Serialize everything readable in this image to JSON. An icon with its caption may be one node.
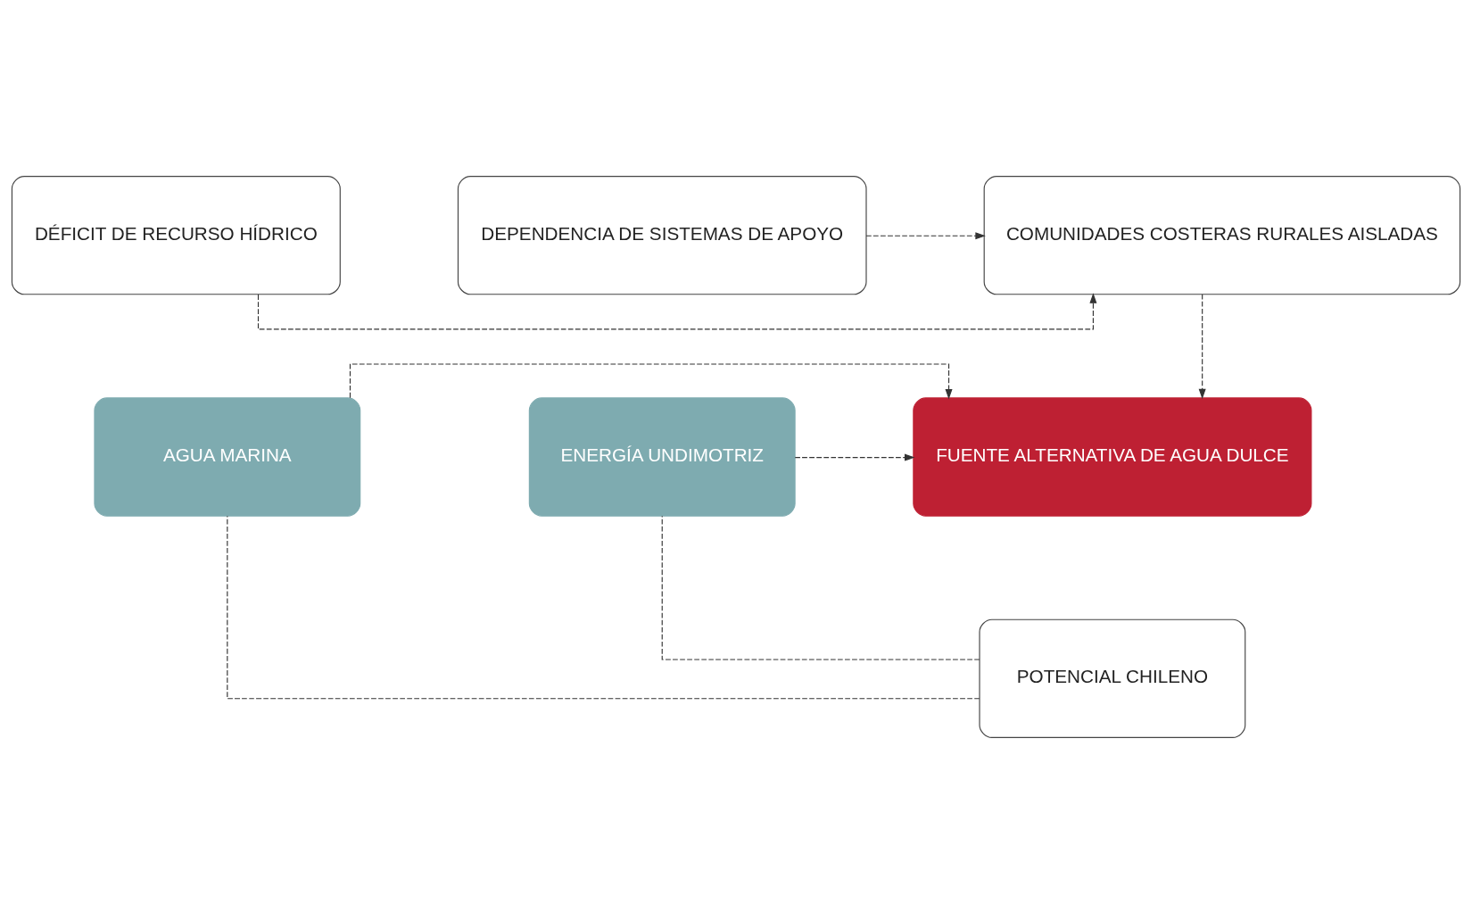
{
  "diagram": {
    "nodes": [
      {
        "text": [
          "COMUNIDADES COSTERAS RURALES AISLADAS"
        ]
      },
      {
        "text": [
          "DÉFICIT DE RECURSO HÍDRICO"
        ]
      },
      {
        "text": [
          "DEPENDENCIA DE SISTEMAS DE APOYO"
        ]
      },
      {
        "text": [
          "AGUA MARINA"
        ]
      },
      {
        "text": [
          "FUENTE ALTERNATIVA DE AGUA DULCE"
        ]
      },
      {
        "text": [
          "ENERGÍA UNDIMOTRIZ"
        ]
      },
      {
        "text": [
          "POTENCIAL CHILENO"
        ]
      }
    ],
    "edges": [
      {
        "from": 1,
        "to": 0,
        "arrow": "to",
        "style": "dashed"
      },
      {
        "from": 2,
        "to": 0,
        "arrow": "to",
        "style": "dashed"
      },
      {
        "from": 0,
        "to": 4,
        "arrow": "to",
        "style": "dashed"
      },
      {
        "from": 3,
        "to": 4,
        "arrow": "to",
        "style": "dashed"
      },
      {
        "from": 5,
        "to": 4,
        "arrow": "to",
        "style": "dashed"
      },
      {
        "from": 6,
        "to": 3,
        "arrow": "none",
        "style": "dashed"
      },
      {
        "from": 6,
        "to": 5,
        "arrow": "none",
        "style": "dashed"
      }
    ]
  }
}
